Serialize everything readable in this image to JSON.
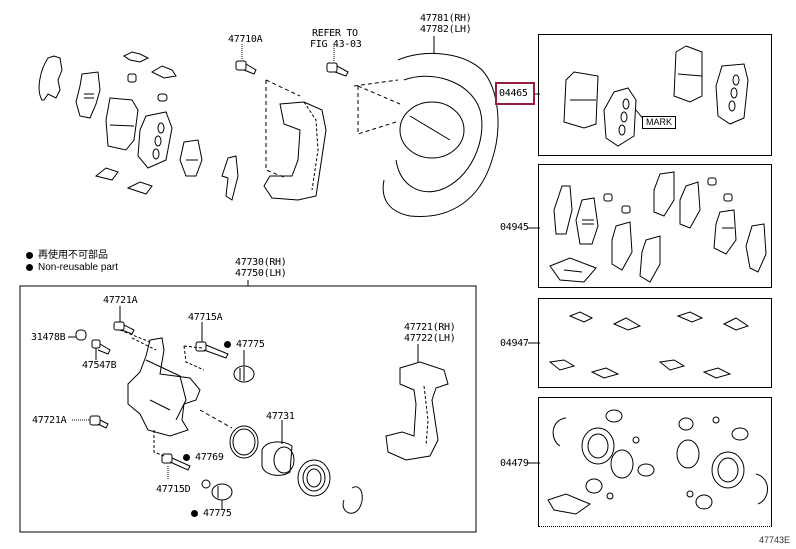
{
  "diagram": {
    "title": "Front disc brake caliper & pad assembly",
    "figure_id": "47743E",
    "legend": {
      "jp_text": "再使用不可部品",
      "en_text": "Non-reusable part"
    },
    "top_labels": {
      "bolt_47710A": "47710A",
      "refer_line1": "REFER TO",
      "refer_line2": "FIG 43-03",
      "dust_cover_rh": "47781(RH)",
      "dust_cover_lh": "47782(LH)"
    },
    "caliper_assembly": {
      "rh": "47730(RH)",
      "lh": "47750(LH)",
      "parts": [
        {
          "id": "p1",
          "label": "47721A",
          "non_reusable": false
        },
        {
          "id": "p2",
          "label": "31478B",
          "non_reusable": false
        },
        {
          "id": "p3",
          "label": "47547B",
          "non_reusable": false
        },
        {
          "id": "p4",
          "label": "47715A",
          "non_reusable": false
        },
        {
          "id": "p5",
          "label": "47775",
          "non_reusable": true
        },
        {
          "id": "p6",
          "label": "47721A",
          "non_reusable": false
        },
        {
          "id": "p7",
          "label": "47731",
          "non_reusable": false
        },
        {
          "id": "p8",
          "label": "47769",
          "non_reusable": true
        },
        {
          "id": "p9",
          "label": "47715D",
          "non_reusable": false
        },
        {
          "id": "p10",
          "label": "47775",
          "non_reusable": true
        }
      ],
      "mounting_rh": "47721(RH)",
      "mounting_lh": "47722(LH)"
    },
    "kits": [
      {
        "label": "04465",
        "name": "pad-kit",
        "highlighted": true,
        "mark_label": "MARK"
      },
      {
        "label": "04945",
        "name": "shim-kit",
        "highlighted": false
      },
      {
        "label": "04947",
        "name": "clip-kit",
        "highlighted": false
      },
      {
        "label": "04479",
        "name": "seal-kit",
        "highlighted": false
      }
    ],
    "colors": {
      "highlight": "#9b1b3a",
      "line": "#000000",
      "background": "#ffffff"
    }
  }
}
